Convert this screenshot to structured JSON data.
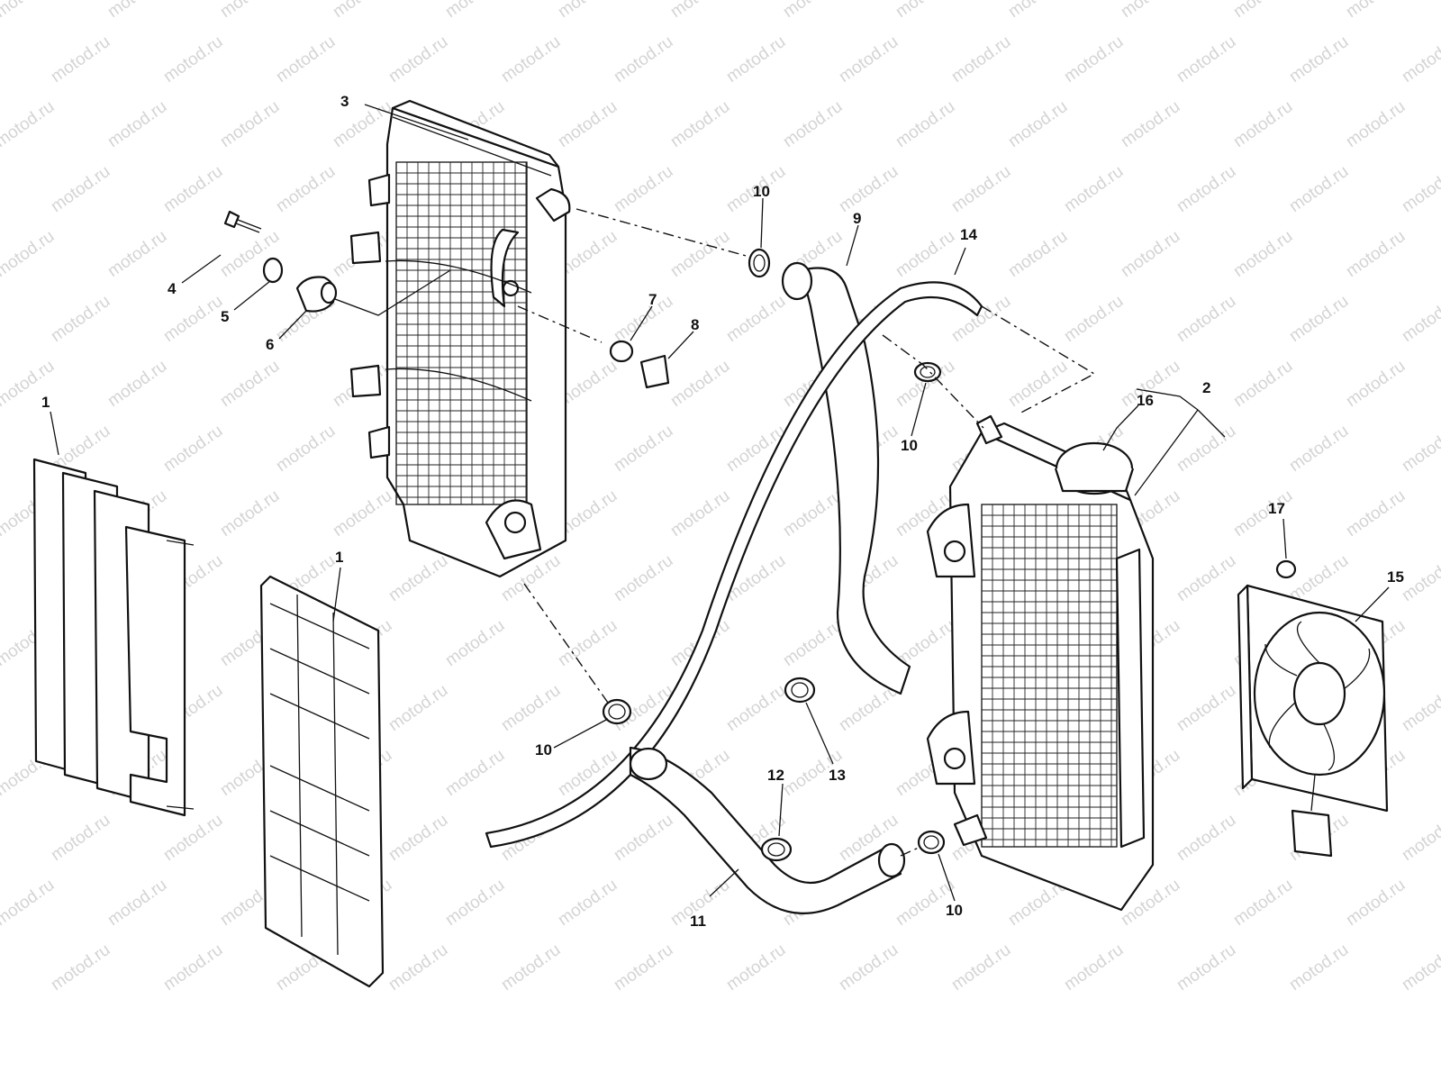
{
  "watermark": {
    "text": "motod.ru"
  },
  "callouts": [
    {
      "id": "c3",
      "label": "3"
    },
    {
      "id": "c4",
      "label": "4"
    },
    {
      "id": "c5",
      "label": "5"
    },
    {
      "id": "c6",
      "label": "6"
    },
    {
      "id": "c7",
      "label": "7"
    },
    {
      "id": "c8",
      "label": "8"
    },
    {
      "id": "c9",
      "label": "9"
    },
    {
      "id": "c10a",
      "label": "10"
    },
    {
      "id": "c10b",
      "label": "10"
    },
    {
      "id": "c10c",
      "label": "10"
    },
    {
      "id": "c10d",
      "label": "10"
    },
    {
      "id": "c14",
      "label": "14"
    },
    {
      "id": "c16",
      "label": "16"
    },
    {
      "id": "c2",
      "label": "2"
    },
    {
      "id": "c17",
      "label": "17"
    },
    {
      "id": "c15",
      "label": "15"
    },
    {
      "id": "c1a",
      "label": "1"
    },
    {
      "id": "c1b",
      "label": "1"
    },
    {
      "id": "c12",
      "label": "12"
    },
    {
      "id": "c13",
      "label": "13"
    },
    {
      "id": "c11",
      "label": "11"
    }
  ]
}
